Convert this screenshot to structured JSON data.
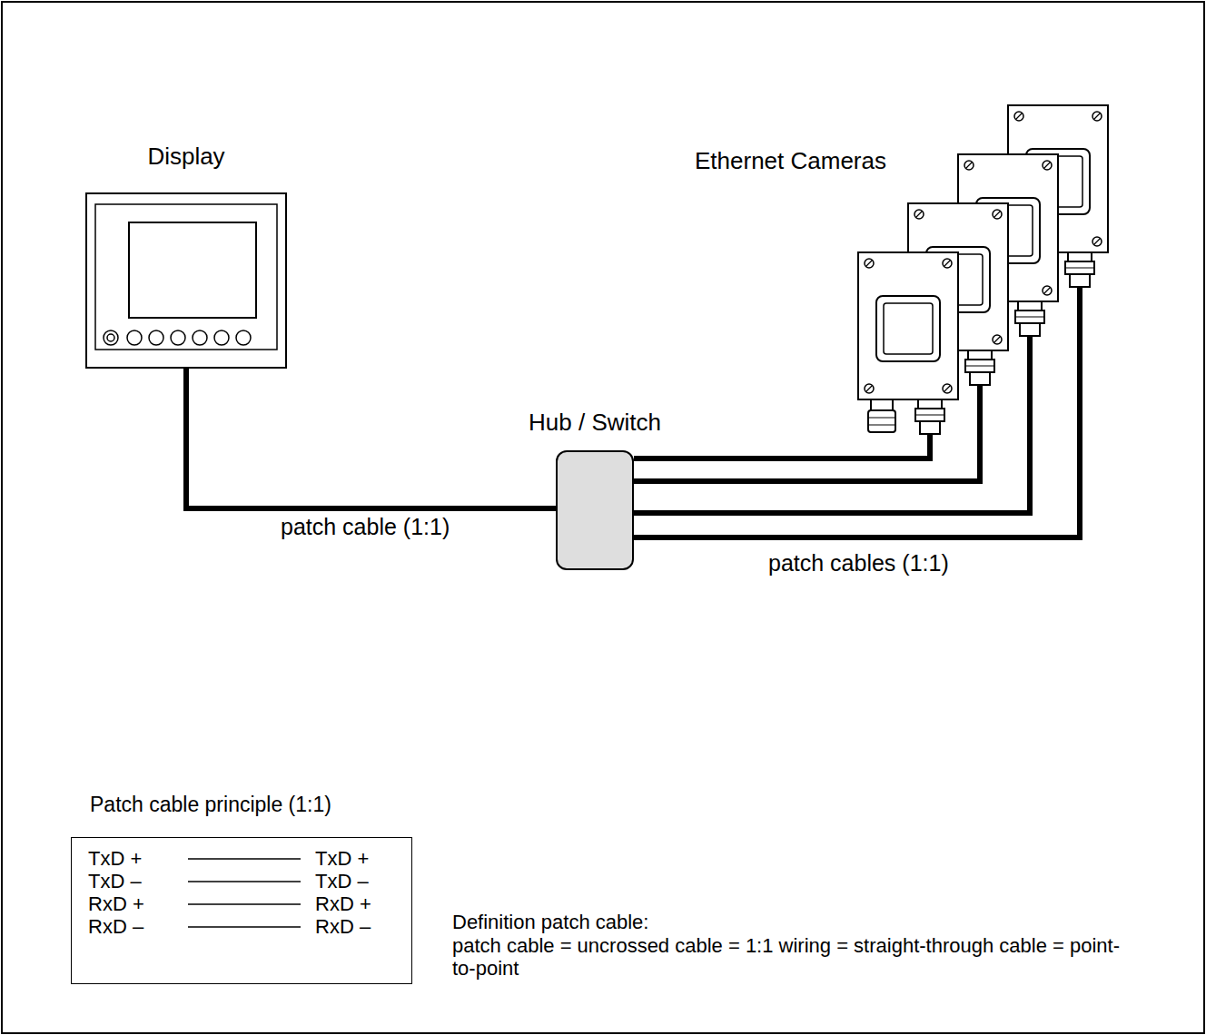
{
  "diagram": {
    "nodes": [
      {
        "text": [
          "Display"
        ]
      },
      {
        "text": [
          "Hub / Switch"
        ]
      },
      {
        "text": [
          "Ethernet Cameras"
        ]
      },
      {
        "text": [
          "Patch cable principle (1:1)",
          "TxD +",
          "TxD –",
          "RxD +",
          "RxD –",
          "TxD +",
          "TxD –",
          "RxD +",
          "RxD –"
        ]
      }
    ],
    "edges": [
      {
        "from": 0,
        "to": 1,
        "arrow": "none",
        "label": "patch cable (1:1)"
      },
      {
        "from": 1,
        "to": 2,
        "arrow": "none"
      },
      {
        "from": 1,
        "to": 2,
        "arrow": "none"
      },
      {
        "from": 1,
        "to": 2,
        "arrow": "none"
      },
      {
        "from": 1,
        "to": 2,
        "arrow": "none",
        "label": "patch cables (1:1)"
      }
    ],
    "labels": [
      "Definition patch cable:",
      "patch cable = uncrossed cable = 1:1 wiring = straight-through cable = point-to-point"
    ]
  }
}
